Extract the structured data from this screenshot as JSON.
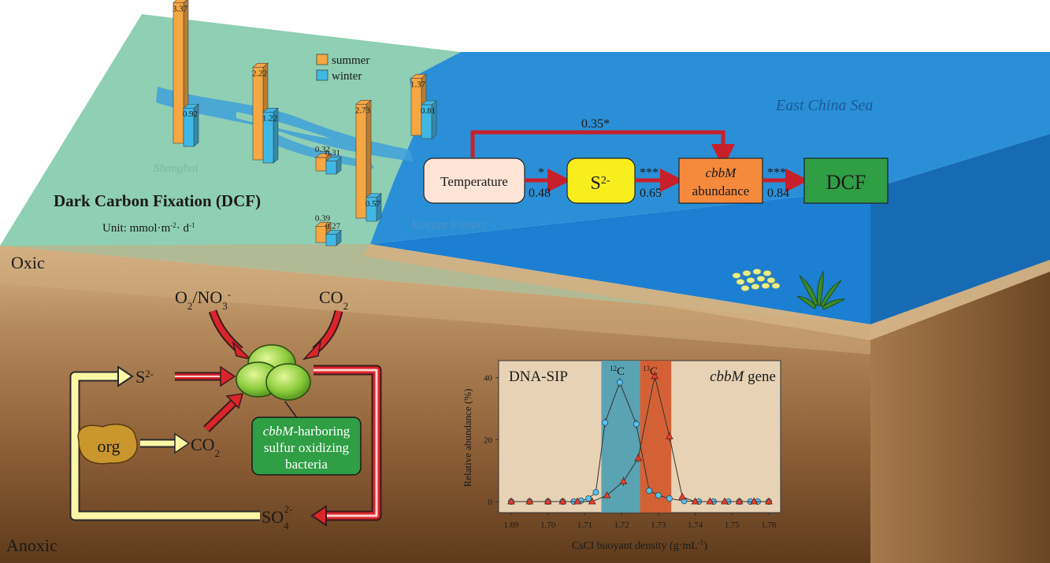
{
  "labels": {
    "oxic": "Oxic",
    "anoxic": "Anoxic",
    "east_china_sea": "East China Sea",
    "shanghai": "Shanghai",
    "yangtze_estuary": "Yangtze Estuary",
    "dcf_title": "Dark Carbon Fixation (DCF)",
    "unit_prefix": "Unit: mmol·m",
    "unit_exp1": "-2",
    "unit_mid": "· d",
    "unit_exp2": "-1"
  },
  "legend": {
    "summer": "summer",
    "winter": "winter",
    "summer_color": "#f5a742",
    "winter_color": "#3fb8e6"
  },
  "dcf_bars": [
    {
      "summer": "3.37",
      "winter": "0.92",
      "summer_value": 3.37,
      "winter_value": 0.92
    },
    {
      "summer": "2.22",
      "winter": "1.22",
      "summer_value": 2.22,
      "winter_value": 1.22
    },
    {
      "summer": "0.32",
      "winter": "0.31",
      "summer_value": 0.32,
      "winter_value": 0.31
    },
    {
      "summer": "2.73",
      "winter": "0.57",
      "summer_value": 2.73,
      "winter_value": 0.57
    },
    {
      "summer": "1.37",
      "winter": "0.81",
      "summer_value": 1.37,
      "winter_value": 0.81
    },
    {
      "summer": "0.39",
      "winter": "0.27",
      "summer_value": 0.39,
      "winter_value": 0.27
    }
  ],
  "path_model": {
    "temperature": "Temperature",
    "sulfide": "S",
    "sulfide_charge": "2-",
    "cbbm_gene": "cbbM",
    "cbbm_abundance": "abundance",
    "dcf": "DCF",
    "coef_direct": "0.35*",
    "coef_temp_s": "0.48",
    "sig_temp_s": "*",
    "coef_s_cbbm": "0.65",
    "sig_s_cbbm": "***",
    "coef_cbbm_dcf": "0.84",
    "sig_cbbm_dcf": "***"
  },
  "cycle": {
    "o2_no3": "O",
    "o2_sub": "2",
    "slash_no3": "/NO",
    "no3_sub": "3",
    "no3_sup": "-",
    "co2_top": "CO",
    "co2_top_sub": "2",
    "s2": "S",
    "s2_sup": "2-",
    "org": "org",
    "co2_bottom": "CO",
    "co2_bottom_sub": "2",
    "so4": "SO",
    "so4_sub": "4",
    "so4_sup": "2-",
    "bacteria_gene": "cbbM",
    "bacteria_line1_rest": "-harboring",
    "bacteria_line2": "sulfur oxidizing",
    "bacteria_line3": "bacteria"
  },
  "chart_data": {
    "type": "line",
    "title_left": "DNA-SIP",
    "title_right_gene": "cbbM",
    "title_right_rest": " gene",
    "band_12c_sup": "12",
    "band_13c_sup": "13",
    "band_c": "C",
    "xlabel": "CsCl buoyant density (g·mL",
    "xlabel_sup": "-1",
    "xlabel_end": ")",
    "ylabel": "Relative abundance (%)",
    "xlim": [
      1.69,
      1.76
    ],
    "ylim": [
      0,
      45
    ],
    "x_ticks": [
      "1.69",
      "1.70",
      "1.71",
      "1.72",
      "1.73",
      "1.74",
      "1.75",
      "1.76"
    ],
    "y_ticks": [
      "0",
      "20",
      "40"
    ],
    "band_12c_range": [
      1.7145,
      1.725
    ],
    "band_13c_range": [
      1.725,
      1.7335
    ],
    "band_12c_color": "#4a9db3",
    "band_13c_color": "#d2572a",
    "series": [
      {
        "color": "#5bc0eb",
        "marker": "circle",
        "x": [
          1.69,
          1.695,
          1.7,
          1.704,
          1.707,
          1.709,
          1.711,
          1.713,
          1.7155,
          1.7195,
          1.724,
          1.7275,
          1.73,
          1.733,
          1.737,
          1.741,
          1.745,
          1.749,
          1.752,
          1.755,
          1.757,
          1.76
        ],
        "y": [
          0,
          0,
          0,
          0,
          0,
          0.3,
          1.0,
          3.0,
          25.5,
          38.5,
          25.0,
          3.5,
          2.0,
          1.0,
          0.2,
          0,
          0,
          0,
          0,
          0,
          0,
          0
        ]
      },
      {
        "color": "#e8402e",
        "marker": "triangle",
        "x": [
          1.69,
          1.695,
          1.7,
          1.704,
          1.708,
          1.712,
          1.716,
          1.7205,
          1.7245,
          1.729,
          1.733,
          1.7365,
          1.74,
          1.744,
          1.748,
          1.752,
          1.756,
          1.76
        ],
        "y": [
          0,
          0,
          0,
          0,
          0,
          0,
          2.0,
          6.5,
          14.0,
          40.5,
          21.0,
          1.5,
          0,
          0,
          0,
          0,
          0,
          0
        ]
      }
    ]
  }
}
